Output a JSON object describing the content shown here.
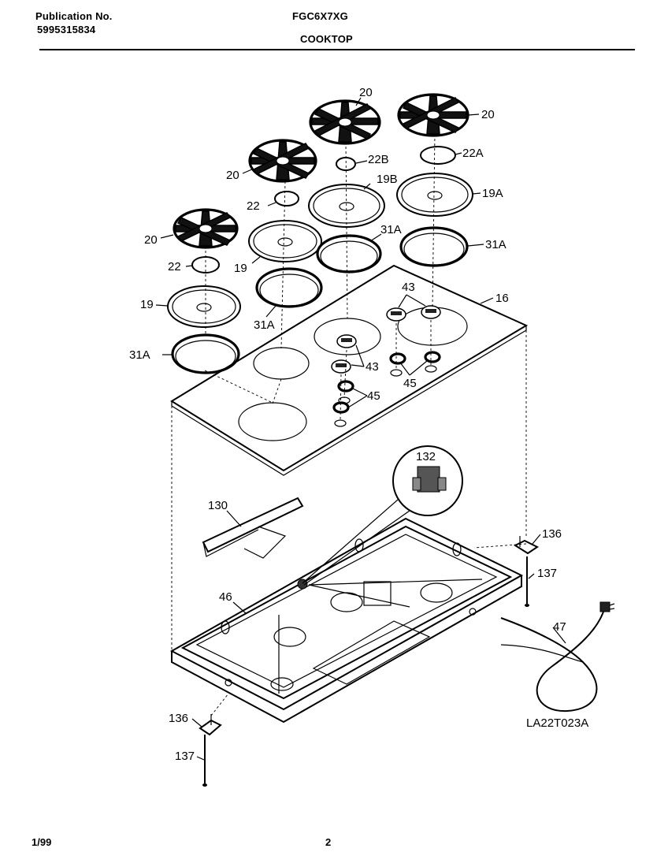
{
  "header": {
    "publication_label": "Publication No.",
    "publication_number": "5995315834",
    "model": "FGC6X7XG",
    "section": "COOKTOP"
  },
  "footer": {
    "date": "1/99",
    "page": "2"
  },
  "diagram": {
    "reference_code": "LA22T023A",
    "callouts": {
      "grate_rear_center": "20",
      "grate_rear_right": "20",
      "grate_mid_left": "20",
      "grate_front_left": "20",
      "cap_22B": "22B",
      "cap_22A": "22A",
      "cap_22": "22",
      "cap_22_front": "22",
      "head_19B": "19B",
      "head_19A": "19A",
      "head_19": "19",
      "head_19_front": "19",
      "ring_31A_center": "31A",
      "ring_31A_right": "31A",
      "ring_31A_mid": "31A",
      "ring_31A_front": "31A",
      "cooktop_16": "16",
      "knob_43_top": "43",
      "knob_43_mid": "43",
      "seal_45_right": "45",
      "seal_45_left": "45",
      "igniter_132": "132",
      "bracket_130": "130",
      "bracket_136_right": "136",
      "screw_137_right": "137",
      "pan_46": "46",
      "cord_47": "47",
      "bracket_136_left": "136",
      "screw_137_left": "137"
    }
  }
}
